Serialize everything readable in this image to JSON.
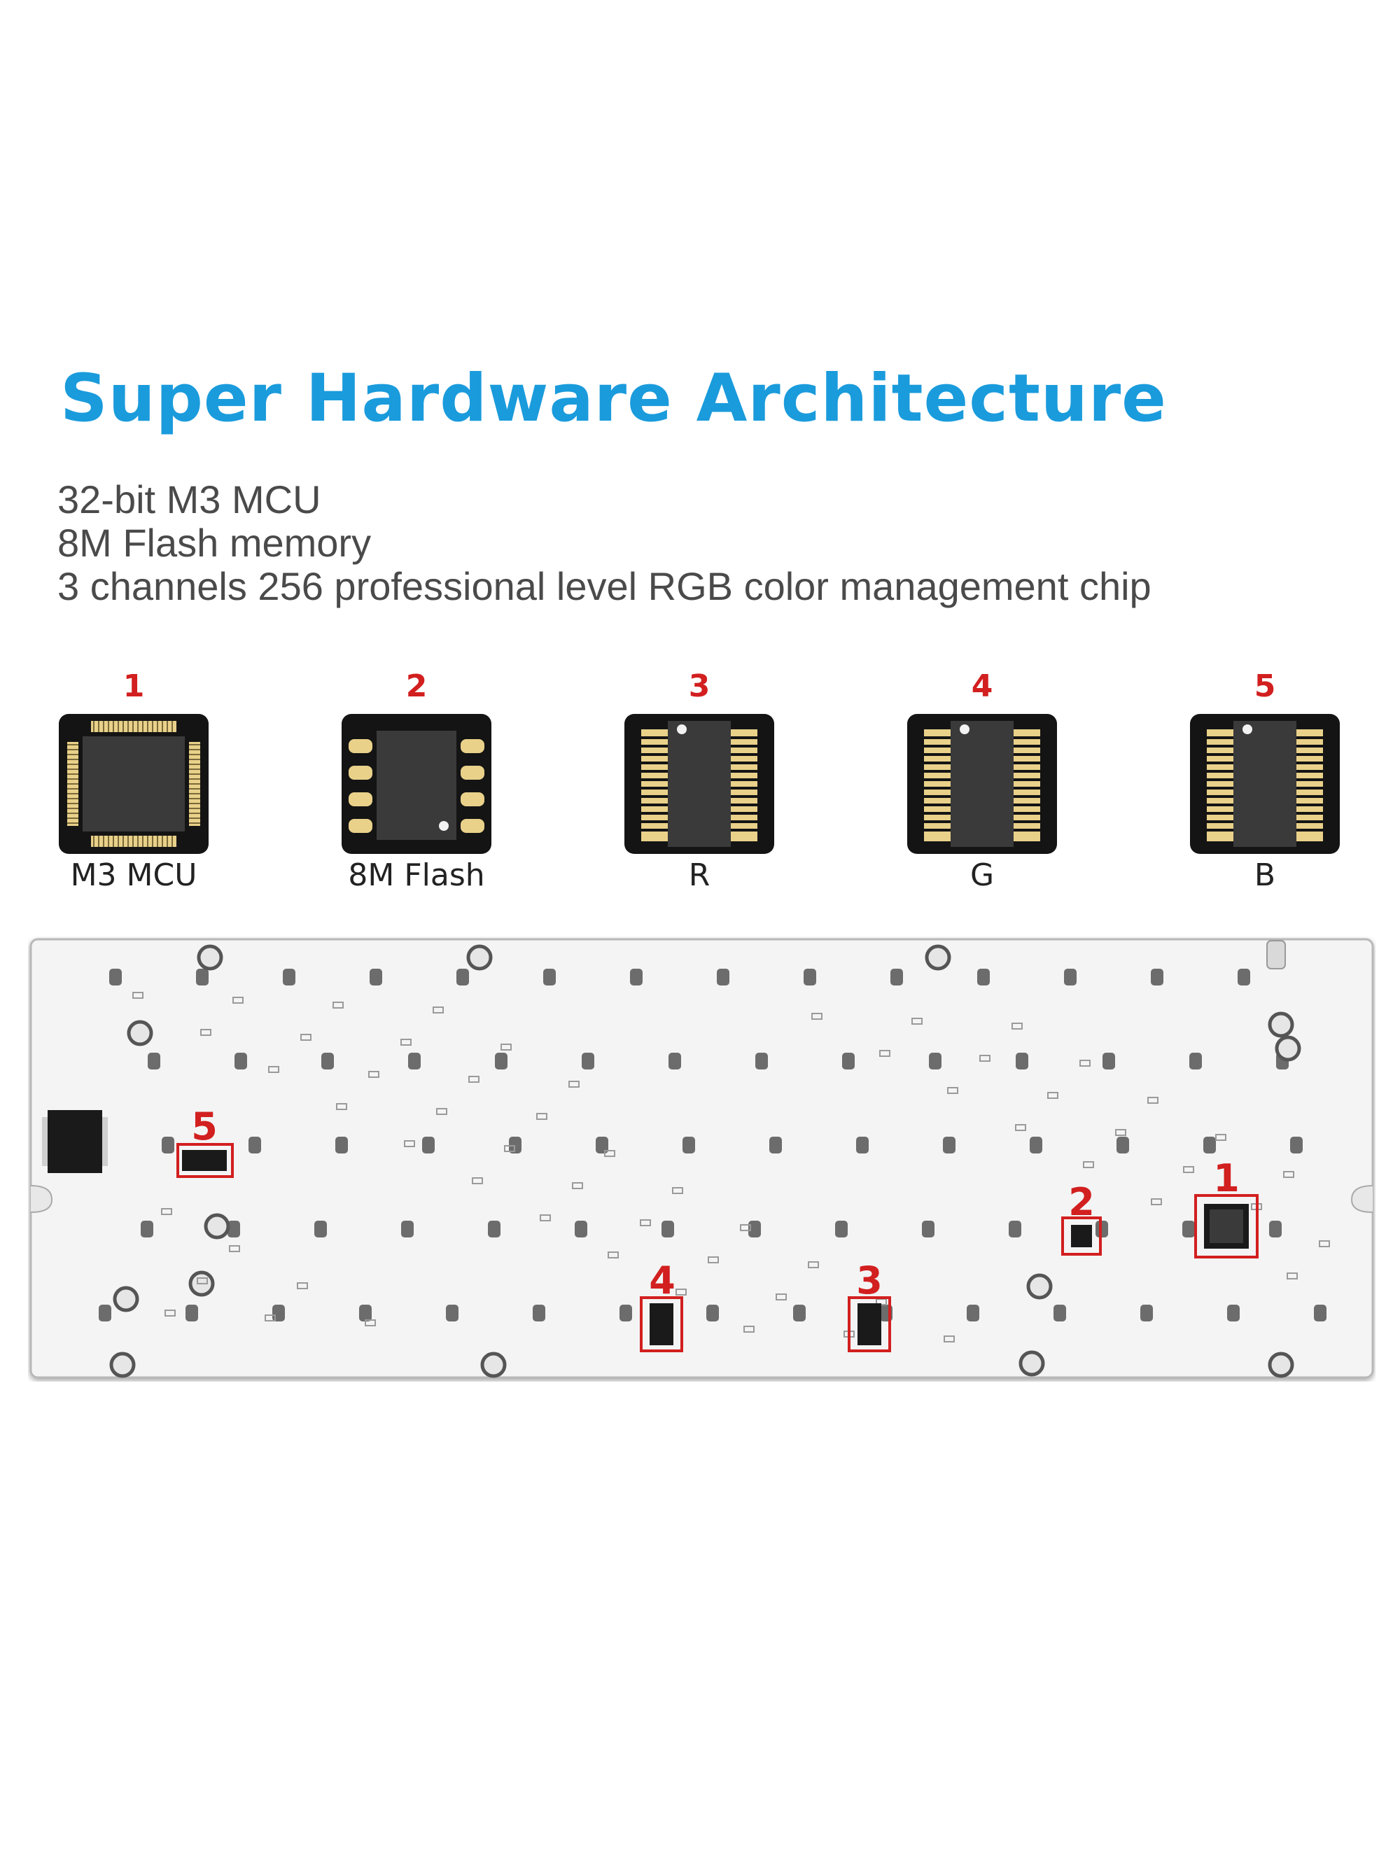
{
  "title": "Super Hardware Architecture",
  "specs": [
    "32-bit M3 MCU",
    "8M Flash memory",
    "3 channels 256 professional level RGB color management chip"
  ],
  "chips": [
    {
      "number": "1",
      "label": "M3 MCU",
      "icon": "qfp-chip-icon"
    },
    {
      "number": "2",
      "label": "8M Flash",
      "icon": "sop8-chip-icon"
    },
    {
      "number": "3",
      "label": "R",
      "icon": "ssop-chip-icon"
    },
    {
      "number": "4",
      "label": "G",
      "icon": "ssop-chip-icon"
    },
    {
      "number": "5",
      "label": "B",
      "icon": "ssop-chip-icon"
    }
  ],
  "pcb": {
    "markers": [
      "1",
      "2",
      "3",
      "4",
      "5"
    ],
    "highlight_color": "#d21f1f"
  },
  "colors": {
    "title": "#1a9bdc",
    "number": "#d21f1f",
    "text": "#4a4a4a"
  }
}
